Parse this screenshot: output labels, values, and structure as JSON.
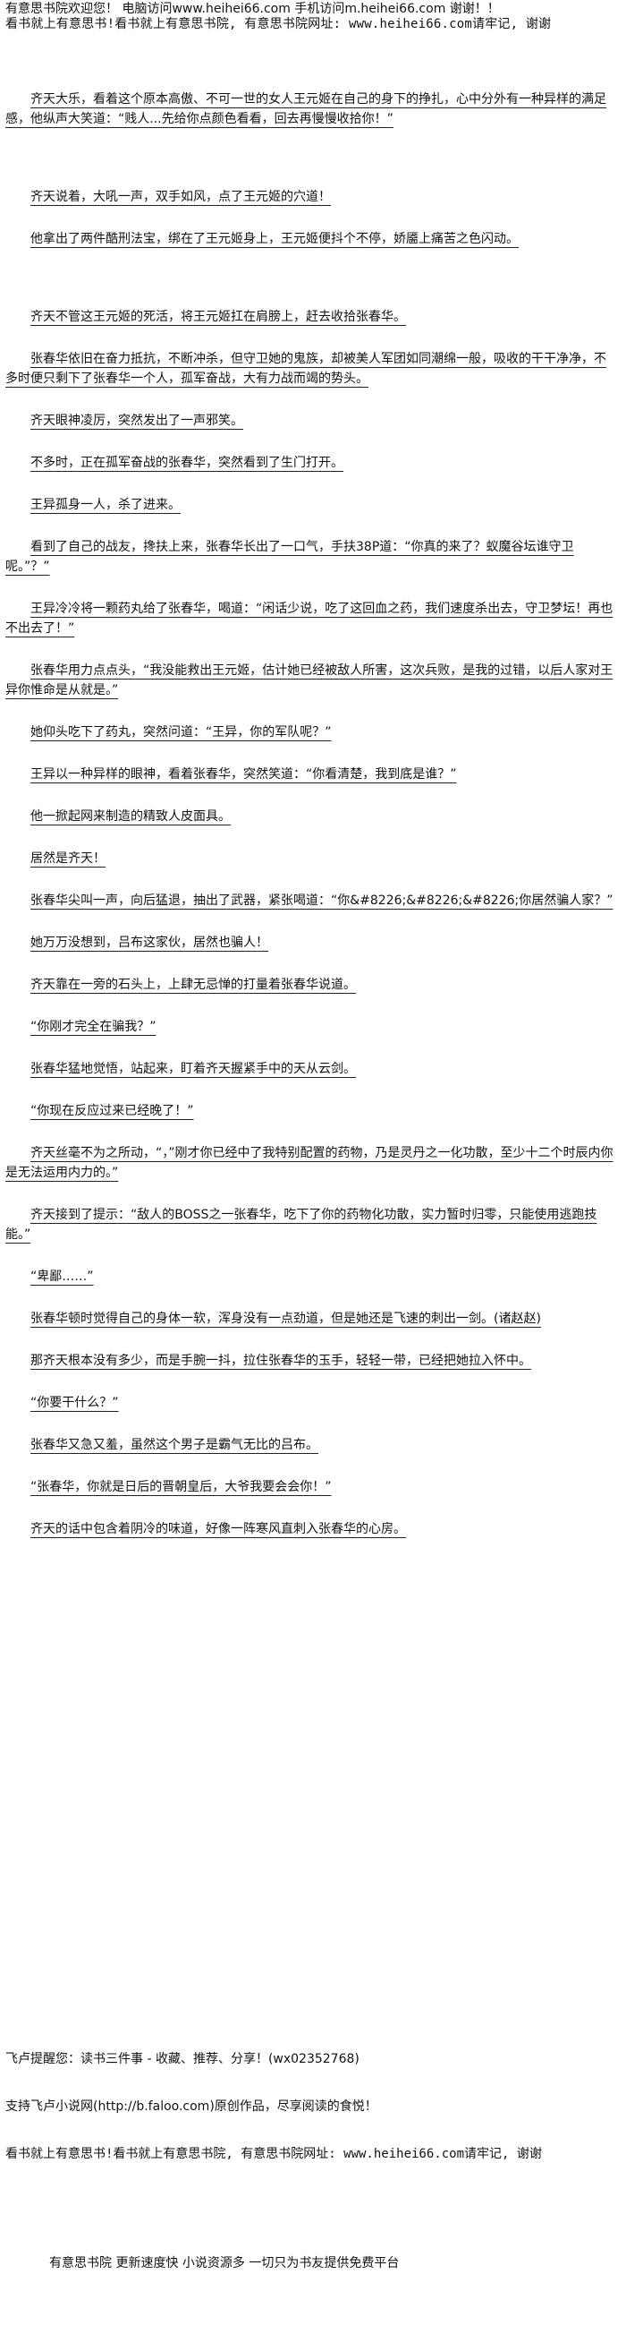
{
  "header": {
    "line1": "有意思书院欢迎您！  电脑访问www.heihei66.com   手机访问m.heihei66.com 谢谢！！",
    "line2": "看书就上有意思书!看书就上有意思书院, 有意思书院网址: www.heihei66.com请牢记, 谢谢"
  },
  "paragraphs": [
    "齐天大乐，看着这个原本高傲、不可一世的女人王元姬在自己的身下的挣扎，心中分外有一种异样的满足感，他纵声大笑道：“贱人...先给你点颜色看看，回去再慢慢收拾你！”",
    "齐天说着，大吼一声，双手如风，点了王元姬的穴道！",
    "他拿出了两件酷刑法宝，绑在了王元姬身上，王元姬便抖个不停，娇靥上痛苦之色闪动。",
    "齐天不管这王元姬的死活，将王元姬扛在肩膀上，赶去收拾张春华。",
    "张春华依旧在奋力抵抗，不断冲杀，但守卫她的鬼族，却被美人军团如同潮绵一般，吸收的干干净净，不多时便只剩下了张春华一个人，孤军奋战，大有力战而竭的势头。",
    "齐天眼神凌厉，突然发出了一声邪笑。",
    "不多时，正在孤军奋战的张春华，突然看到了生门打开。",
    "王异孤身一人，杀了进来。",
    "看到了自己的战友，搀扶上来，张春华长出了一口气，手扶38P道：“你真的来了？蚁魔谷坛谁守卫呢。”？”",
    "王异冷冷将一颗药丸给了张春华，喝道：“闲话少说，吃了这回血之药，我们速度杀出去，守卫梦坛！再也不出去了！”",
    "张春华用力点点头，“我没能救出王元姬，估计她已经被敌人所害，这次兵败，是我的过错，以后人家对王异你惟命是从就是。”",
    "她仰头吃下了药丸，突然问道：“王异，你的军队呢？”",
    "王异以一种异样的眼神，看着张春华，突然笑道：“你看清楚，我到底是谁？”",
    "他一掀起网来制造的精致人皮面具。",
    "居然是齐天！",
    "张春华尖叫一声，向后猛退，抽出了武器，紧张喝道：“你&#8226;&#8226;&#8226;你居然骗人家？”",
    "她万万没想到，吕布这家伙，居然也骗人！",
    "齐天靠在一旁的石头上，上肆无忌惮的打量着张春华说道。",
    "“你刚才完全在骗我？”",
    "张春华猛地觉悟，站起来，盯着齐天握紧手中的天从云剑。",
    "“你现在反应过来已经晚了！”",
    "齐天丝毫不为之所动，“，”刚才你已经中了我特别配置的药物，乃是灵丹之一化功散，至少十二个时辰内你是无法运用内力的。”",
    "齐天接到了提示：“敌人的BOSS之一张春华，吃下了你的药物化功散，实力暂时归零，只能使用逃跑技能。”",
    "“卑鄙……”",
    "张春华顿时觉得自己的身体一软，浑身没有一点劲道，但是她还是飞速的刺出一剑。(诸赵赵)",
    "那齐天根本没有多少，而是手腕一抖，拉住张春华的玉手，轻轻一带，已经把她拉入怀中。",
    "“你要干什么？”",
    "张春华又急又羞，虽然这个男子是霸气无比的吕布。",
    "“张春华，你就是日后的晋朝皇后，大爷我要会会你！”",
    "齐天的话中包含着阴冷的味道，好像一阵寒风直刺入张春华的心房。"
  ],
  "feilu_note": "飞卢提醒您：读书三件事 - 收藏、推荐、分享！(wx02352768)",
  "feilu_support": "支持飞卢小说网(http://b.faloo.com)原创作品，尽享阅读的食悦！",
  "footer": "看书就上有意思书!看书就上有意思书院, 有意思书院网址: www.heihei66.com请牢记, 谢谢",
  "promo": "有意思书院 更新速度快 小说资源多 一切只为书友提供免费平台"
}
